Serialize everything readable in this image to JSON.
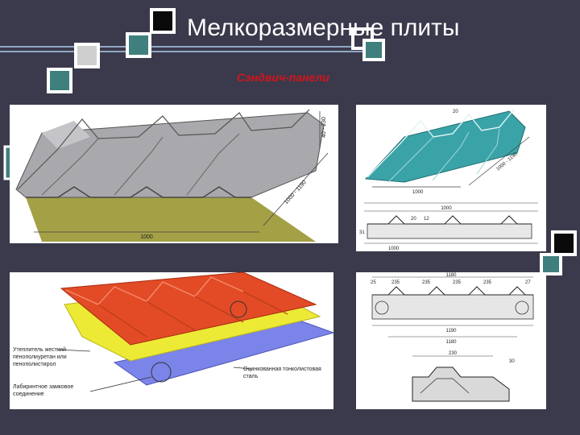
{
  "slide": {
    "title": "Мелкоразмерные плиты",
    "subtitle": "Сэндвич-панели"
  },
  "figures": {
    "top_left": {
      "dims": [
        "40 - 230",
        "1000 - 1190",
        "1000"
      ]
    },
    "top_right": {
      "dims": [
        "20",
        "1000 - 1190",
        "1000",
        "1000",
        "20",
        "12",
        "31",
        "1000"
      ]
    },
    "bottom_left": {
      "labels": [
        "Утеплитель жесткий пенополиуретан или пенополистирол",
        "Оцинкованная тонколистовая сталь",
        "Лабиринтное замковое соединение"
      ]
    },
    "bottom_right": {
      "dims": [
        "1180",
        "25",
        "235",
        "235",
        "235",
        "235",
        "27",
        "1190",
        "1180",
        "230",
        "30"
      ]
    }
  },
  "colors": {
    "background": "#3b3a4c",
    "title": "#ffffff",
    "subtitle": "#d2141b",
    "accent": "#3f7f7d"
  }
}
